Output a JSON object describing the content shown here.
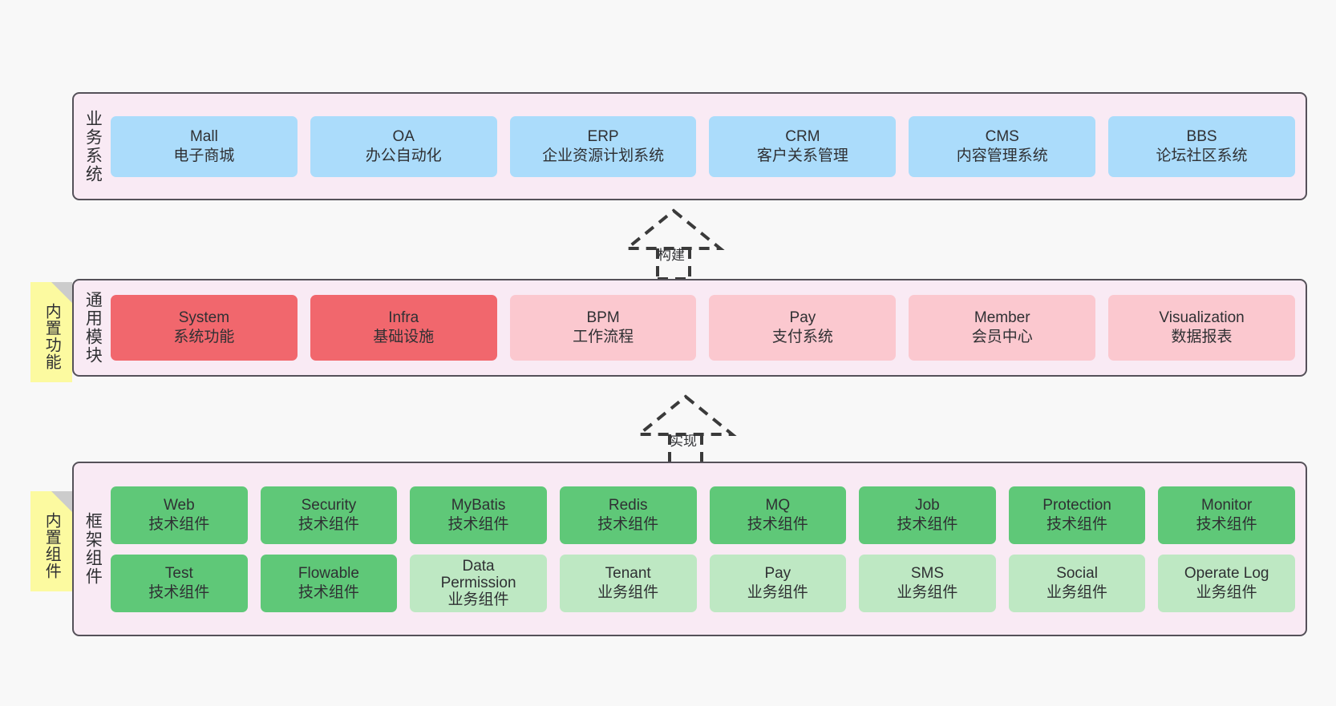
{
  "diagram": {
    "background_color": "#f8f8f8",
    "layer_fill": "#f9eaf4",
    "layer_border": "#555159"
  },
  "sticky_notes": [
    {
      "name": "builtin-feature",
      "text": "内置功能",
      "color": "#fcfaa0"
    },
    {
      "name": "builtin-component",
      "text": "内置组件",
      "color": "#fcfaa0"
    }
  ],
  "layers": [
    {
      "id": "business-system",
      "title": "业务系统",
      "rows": [
        {
          "cards": [
            {
              "name": "mall",
              "line1": "Mall",
              "line2": "电子商城",
              "color": "#abdcfb"
            },
            {
              "name": "oa",
              "line1": "OA",
              "line2": "办公自动化",
              "color": "#abdcfb"
            },
            {
              "name": "erp",
              "line1": "ERP",
              "line2": "企业资源计划系统",
              "color": "#abdcfb"
            },
            {
              "name": "crm",
              "line1": "CRM",
              "line2": "客户关系管理",
              "color": "#abdcfb"
            },
            {
              "name": "cms",
              "line1": "CMS",
              "line2": "内容管理系统",
              "color": "#abdcfb"
            },
            {
              "name": "bbs",
              "line1": "BBS",
              "line2": "论坛社区系统",
              "color": "#abdcfb"
            }
          ]
        }
      ]
    },
    {
      "id": "common-module",
      "title": "通用模块",
      "rows": [
        {
          "cards": [
            {
              "name": "system",
              "line1": "System",
              "line2": "系统功能",
              "color": "#f1676d"
            },
            {
              "name": "infra",
              "line1": "Infra",
              "line2": "基础设施",
              "color": "#f1676d"
            },
            {
              "name": "bpm",
              "line1": "BPM",
              "line2": "工作流程",
              "color": "#fbc8cf"
            },
            {
              "name": "pay",
              "line1": "Pay",
              "line2": "支付系统",
              "color": "#fbc8cf"
            },
            {
              "name": "member",
              "line1": "Member",
              "line2": "会员中心",
              "color": "#fbc8cf"
            },
            {
              "name": "visualization",
              "line1": "Visualization",
              "line2": "数据报表",
              "color": "#fbc8cf"
            }
          ]
        }
      ]
    },
    {
      "id": "framework-component",
      "title": "框架组件",
      "rows": [
        {
          "cards": [
            {
              "name": "web",
              "line1": "Web",
              "line2": "技术组件",
              "color": "#5fc878"
            },
            {
              "name": "security",
              "line1": "Security",
              "line2": "技术组件",
              "color": "#5fc878"
            },
            {
              "name": "mybatis",
              "line1": "MyBatis",
              "line2": "技术组件",
              "color": "#5fc878"
            },
            {
              "name": "redis",
              "line1": "Redis",
              "line2": "技术组件",
              "color": "#5fc878"
            },
            {
              "name": "mq",
              "line1": "MQ",
              "line2": "技术组件",
              "color": "#5fc878"
            },
            {
              "name": "job",
              "line1": "Job",
              "line2": "技术组件",
              "color": "#5fc878"
            },
            {
              "name": "protection",
              "line1": "Protection",
              "line2": "技术组件",
              "color": "#5fc878"
            },
            {
              "name": "monitor",
              "line1": "Monitor",
              "line2": "技术组件",
              "color": "#5fc878"
            }
          ]
        },
        {
          "cards": [
            {
              "name": "test",
              "line1": "Test",
              "line2": "技术组件",
              "color": "#5fc878"
            },
            {
              "name": "flowable",
              "line1": "Flowable",
              "line2": "技术组件",
              "color": "#5fc878"
            },
            {
              "name": "data-permission",
              "line1": "Data Permission",
              "line2": "业务组件",
              "color": "#bee8c3"
            },
            {
              "name": "tenant",
              "line1": "Tenant",
              "line2": "业务组件",
              "color": "#bee8c3"
            },
            {
              "name": "pay-component",
              "line1": "Pay",
              "line2": "业务组件",
              "color": "#bee8c3"
            },
            {
              "name": "sms",
              "line1": "SMS",
              "line2": "业务组件",
              "color": "#bee8c3"
            },
            {
              "name": "social",
              "line1": "Social",
              "line2": "业务组件",
              "color": "#bee8c3"
            },
            {
              "name": "operate-log",
              "line1": "Operate Log",
              "line2": "业务组件",
              "color": "#bee8c3"
            }
          ]
        }
      ]
    }
  ],
  "connectors": [
    {
      "name": "build-arrow",
      "label": "构建",
      "style": "dashed-generalization-up"
    },
    {
      "name": "implement-arrow",
      "label": "实现",
      "style": "dashed-generalization-up"
    }
  ]
}
